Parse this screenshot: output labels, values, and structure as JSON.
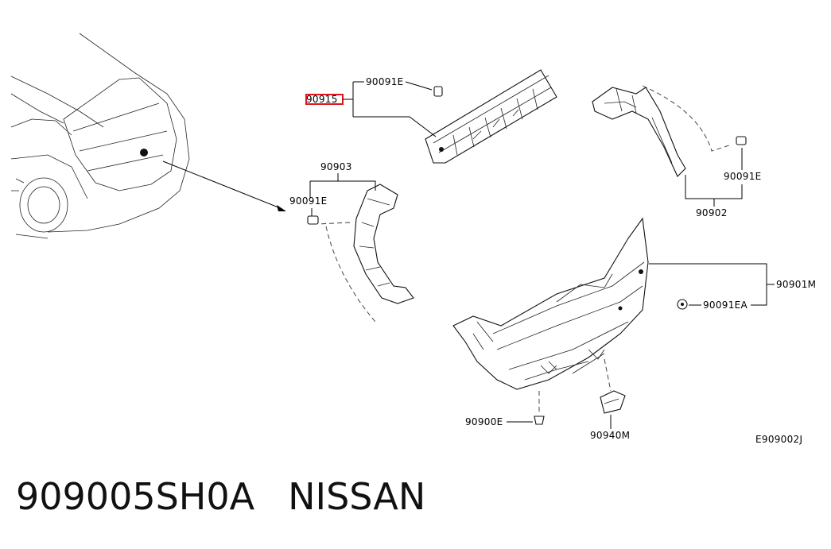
{
  "labels": {
    "highlighted": "90915",
    "top_clip": "90091E",
    "left_trim": "90903",
    "left_clip": "90091E",
    "right_clip": "90091E",
    "right_trim": "90902",
    "main_trim": "90901M",
    "main_clip": "90091EA",
    "bottom_clip": "90900E",
    "bottom_part": "90940M",
    "diagram_code": "E909002J"
  },
  "caption": {
    "part_number": "909005SH0A",
    "brand": "NISSAN"
  },
  "colors": {
    "highlight_box": "#e0141e",
    "line": "#000000"
  }
}
